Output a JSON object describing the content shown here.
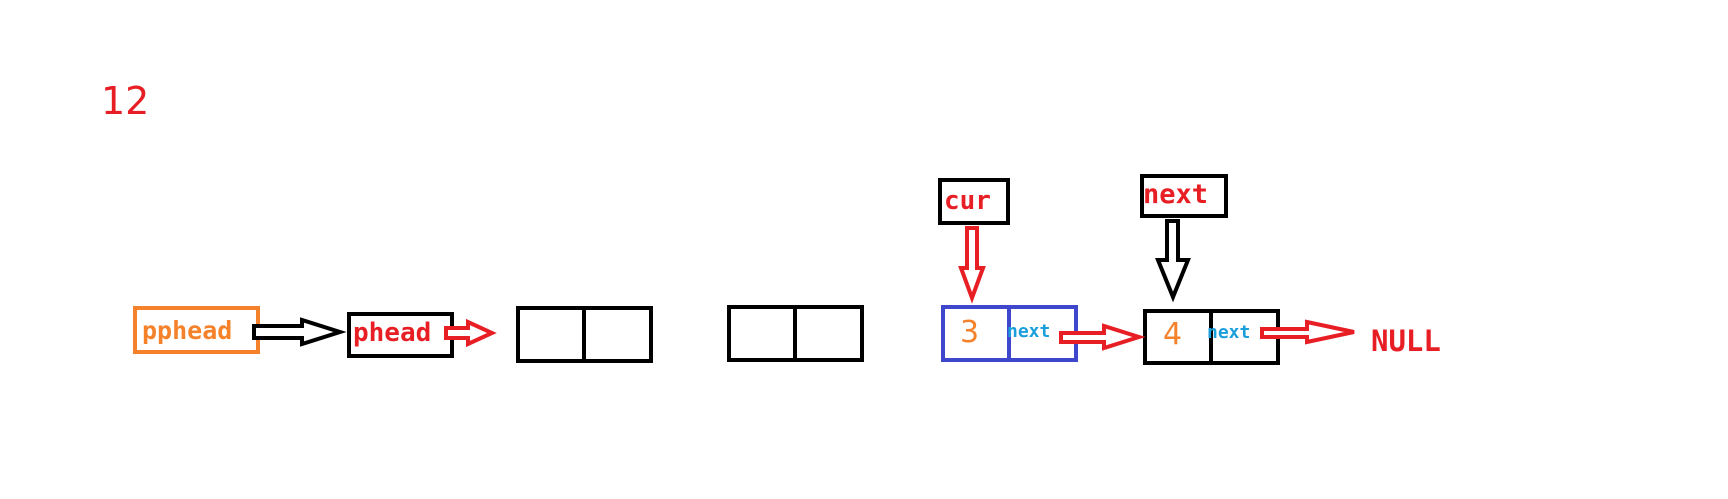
{
  "step_number": "12",
  "labels": {
    "pphead": "pphead",
    "phead": "phead",
    "cur": "cur",
    "next_pointer": "next",
    "null": "NULL"
  },
  "nodes": [
    {
      "value": "",
      "next_field": ""
    },
    {
      "value": "",
      "next_field": ""
    },
    {
      "value": "3",
      "next_field": "next"
    },
    {
      "value": "4",
      "next_field": "next"
    }
  ],
  "colors": {
    "red": "#e81e25",
    "orange": "#f5822a",
    "blue": "#3f48cc",
    "cyan": "#1b9fdc",
    "black": "#000000"
  }
}
